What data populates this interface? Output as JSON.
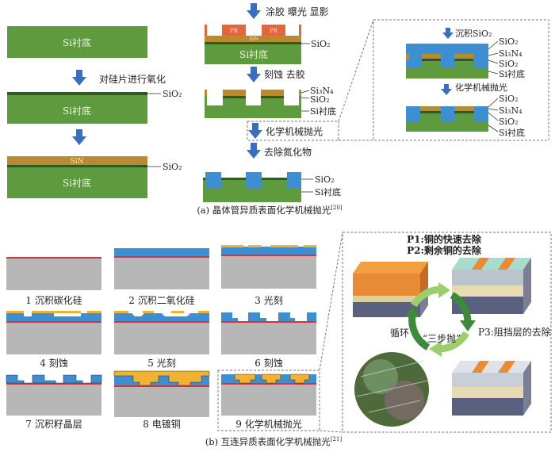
{
  "colors": {
    "si": "#5e9a3e",
    "sio2_dark": "#2f5a26",
    "sin": "#b98a2f",
    "pr": "#e0683a",
    "oxide_blue": "#3d8fd1",
    "substrate_gray": "#b7b7b7",
    "sic_red": "#d8333a",
    "copper": "#f1b233"
  },
  "part_a": {
    "left": {
      "substrate": "Si衬底",
      "step1": "对硅片进行氧化",
      "sio2": "SiO₂",
      "sin": "SiN"
    },
    "middle": {
      "step_coat": "涂胶 曝光 显影",
      "pr": "PR",
      "sin": "SiN",
      "sio2": "SiO₂",
      "substrate": "Si衬底",
      "step_etch": "刻蚀 去胶",
      "si3n4": "Si₃N₄",
      "step_cmp": "化学机械抛光",
      "step_remove": "去除氮化物"
    },
    "inset": {
      "step_deposit": "沉积SiO₂",
      "step_cmp": "化学机械抛光",
      "sio2": "SiO₂",
      "si3n4": "Si₃N₄",
      "substrate": "Si衬底"
    },
    "caption": "(a) 晶体管异质表面化学机械抛光",
    "caption_ref": "[20]"
  },
  "part_b": {
    "steps": [
      "1 沉积碳化硅",
      "2 沉积二氧化硅",
      "3 光刻",
      "4 刻蚀",
      "5 光刻",
      "6 刻蚀",
      "7 沉积籽晶层",
      "8 电镀铜",
      "9 化学机械抛光"
    ],
    "inset": {
      "p1": "P1:铜的快速去除",
      "p2": "P2:剩余铜的去除",
      "p3": "P3:阻挡层的去除",
      "cycle": "循环",
      "three_step": "“三步抛”"
    },
    "caption": "(b) 互连异质表面化学机械抛光",
    "caption_ref": "[21]"
  }
}
